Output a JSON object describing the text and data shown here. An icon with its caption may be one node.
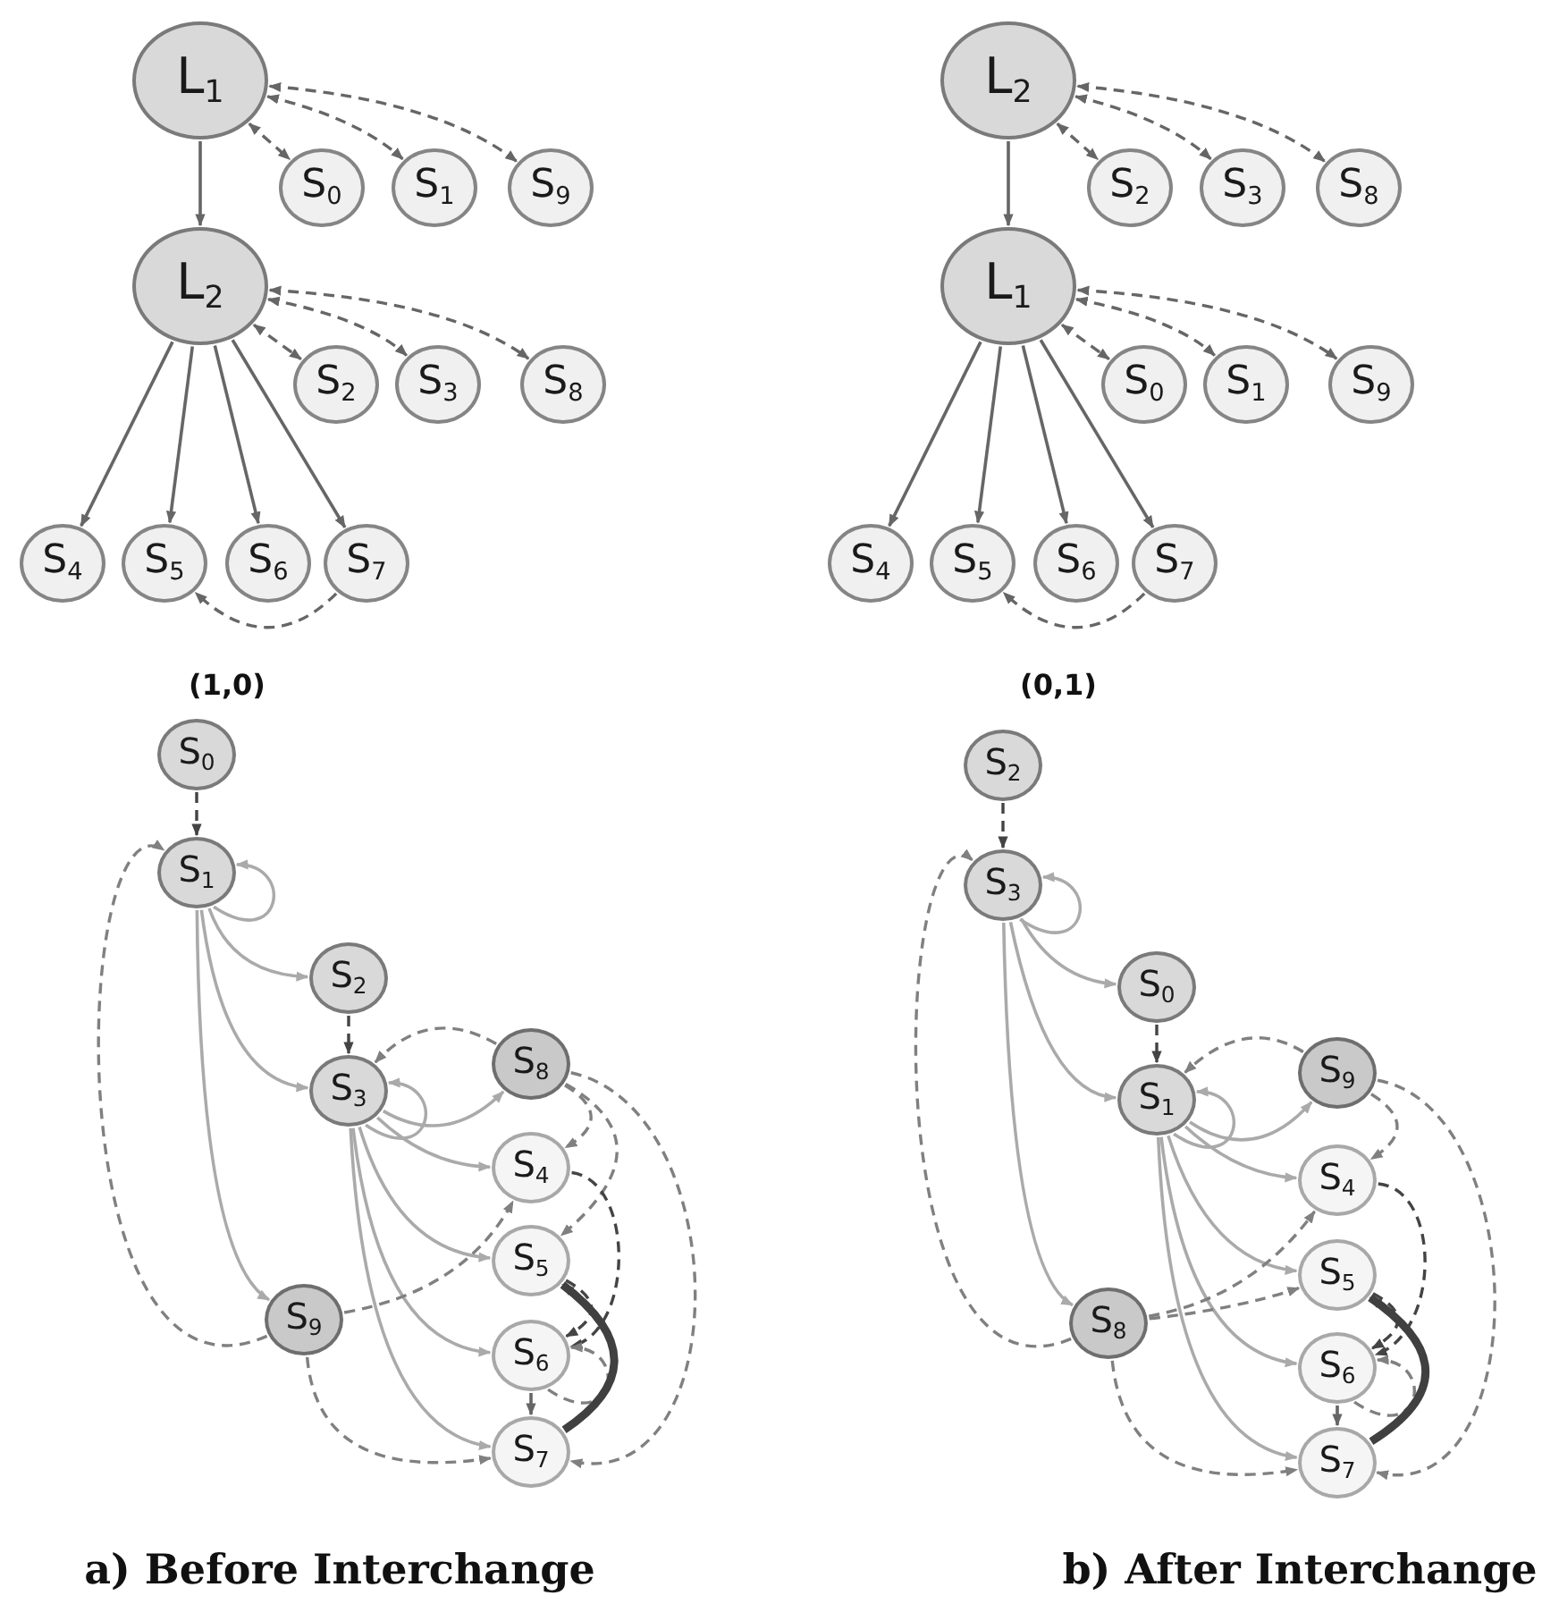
{
  "diagram": {
    "nodes": [
      {
        "text": [
          "L$_{1}$"
        ]
      },
      {
        "text": [
          "S$_{0}$"
        ]
      },
      {
        "text": [
          "S$_{1}$"
        ]
      },
      {
        "text": [
          "S$_{9}$"
        ]
      },
      {
        "text": [
          "L$_{2}$"
        ]
      },
      {
        "text": [
          "S$_{2}$"
        ]
      },
      {
        "text": [
          "S$_{3}$"
        ]
      },
      {
        "text": [
          "S$_{8}$"
        ]
      },
      {
        "text": [
          "S$_{4}$"
        ]
      },
      {
        "text": [
          "S$_{5}$"
        ]
      },
      {
        "text": [
          "S$_{6}$"
        ]
      },
      {
        "text": [
          "S$_{7}$"
        ]
      },
      {
        "text": [
          "L$_{2}$"
        ]
      },
      {
        "text": [
          "S$_{2}$"
        ]
      },
      {
        "text": [
          "S$_{3}$"
        ]
      },
      {
        "text": [
          "S$_{8}$"
        ]
      },
      {
        "text": [
          "L$_{1}$"
        ]
      },
      {
        "text": [
          "S$_{0}$"
        ]
      },
      {
        "text": [
          "S$_{1}$"
        ]
      },
      {
        "text": [
          "S$_{9}$"
        ]
      },
      {
        "text": [
          "S$_{4}$"
        ]
      },
      {
        "text": [
          "S$_{5}$"
        ]
      },
      {
        "text": [
          "S$_{6}$"
        ]
      },
      {
        "text": [
          "S$_{7}$"
        ]
      },
      {
        "text": [
          "S$_{0}$"
        ]
      },
      {
        "text": [
          "S$_{1}$"
        ]
      },
      {
        "text": [
          "S$_{2}$"
        ]
      },
      {
        "text": [
          "S$_{3}$"
        ]
      },
      {
        "text": [
          "S$_{8}$"
        ]
      },
      {
        "text": [
          "S$_{4}$"
        ]
      },
      {
        "text": [
          "S$_{5}$"
        ]
      },
      {
        "text": [
          "S$_{9}$"
        ]
      },
      {
        "text": [
          "S$_{6}$"
        ]
      },
      {
        "text": [
          "S$_{7}$"
        ]
      },
      {
        "text": [
          "S$_{2}$"
        ]
      },
      {
        "text": [
          "S$_{3}$"
        ]
      },
      {
        "text": [
          "S$_{0}$"
        ]
      },
      {
        "text": [
          "S$_{1}$"
        ]
      },
      {
        "text": [
          "S$_{9}$"
        ]
      },
      {
        "text": [
          "S$_{4}$"
        ]
      },
      {
        "text": [
          "S$_{5}$"
        ]
      },
      {
        "text": [
          "S$_{8}$"
        ]
      },
      {
        "text": [
          "S$_{6}$"
        ]
      },
      {
        "text": [
          "S$_{7}$"
        ]
      }
    ],
    "edges": [
      {
        "from": 0,
        "to": 4,
        "arrow": "to"
      },
      {
        "from": 0,
        "to": 1,
        "arrow": "both",
        "style": "dashed"
      },
      {
        "from": 0,
        "to": 2,
        "arrow": "both",
        "style": "dashed"
      },
      {
        "from": 0,
        "to": 3,
        "arrow": "both",
        "style": "dashed"
      },
      {
        "from": 4,
        "to": 5,
        "arrow": "both",
        "style": "dashed"
      },
      {
        "from": 4,
        "to": 6,
        "arrow": "both",
        "style": "dashed"
      },
      {
        "from": 4,
        "to": 7,
        "arrow": "both",
        "style": "dashed"
      },
      {
        "from": 4,
        "to": 8,
        "arrow": "to"
      },
      {
        "from": 4,
        "to": 9,
        "arrow": "to"
      },
      {
        "from": 4,
        "to": 10,
        "arrow": "to"
      },
      {
        "from": 4,
        "to": 11,
        "arrow": "to"
      },
      {
        "from": 11,
        "to": 9,
        "arrow": "to",
        "style": "dashed"
      },
      {
        "from": 12,
        "to": 16,
        "arrow": "to"
      },
      {
        "from": 12,
        "to": 13,
        "arrow": "both",
        "style": "dashed"
      },
      {
        "from": 12,
        "to": 14,
        "arrow": "both",
        "style": "dashed"
      },
      {
        "from": 12,
        "to": 15,
        "arrow": "both",
        "style": "dashed"
      },
      {
        "from": 16,
        "to": 17,
        "arrow": "both",
        "style": "dashed"
      },
      {
        "from": 16,
        "to": 18,
        "arrow": "both",
        "style": "dashed"
      },
      {
        "from": 16,
        "to": 19,
        "arrow": "both",
        "style": "dashed"
      },
      {
        "from": 16,
        "to": 20,
        "arrow": "to"
      },
      {
        "from": 16,
        "to": 21,
        "arrow": "to"
      },
      {
        "from": 16,
        "to": 22,
        "arrow": "to"
      },
      {
        "from": 16,
        "to": 23,
        "arrow": "to"
      },
      {
        "from": 23,
        "to": 21,
        "arrow": "to",
        "style": "dashed"
      },
      {
        "from": 24,
        "to": 25,
        "arrow": "to",
        "style": "dashed",
        "color": "#444444"
      },
      {
        "from": 25,
        "to": 25,
        "arrow": "to",
        "color": "#aaaaaa"
      },
      {
        "from": 25,
        "to": 26,
        "arrow": "to",
        "color": "#aaaaaa"
      },
      {
        "from": 25,
        "to": 27,
        "arrow": "to",
        "color": "#aaaaaa"
      },
      {
        "from": 25,
        "to": 31,
        "arrow": "to",
        "color": "#aaaaaa"
      },
      {
        "from": 26,
        "to": 27,
        "arrow": "to",
        "style": "dashed",
        "color": "#444444"
      },
      {
        "from": 27,
        "to": 27,
        "arrow": "to",
        "color": "#aaaaaa"
      },
      {
        "from": 27,
        "to": 28,
        "arrow": "to",
        "color": "#aaaaaa"
      },
      {
        "from": 27,
        "to": 29,
        "arrow": "to",
        "color": "#aaaaaa"
      },
      {
        "from": 27,
        "to": 30,
        "arrow": "to",
        "color": "#aaaaaa"
      },
      {
        "from": 27,
        "to": 32,
        "arrow": "to",
        "color": "#aaaaaa"
      },
      {
        "from": 27,
        "to": 33,
        "arrow": "to",
        "color": "#aaaaaa"
      },
      {
        "from": 31,
        "to": 25,
        "arrow": "to",
        "style": "dashed",
        "color": "#808080"
      },
      {
        "from": 31,
        "to": 29,
        "arrow": "to",
        "style": "dashed",
        "color": "#808080"
      },
      {
        "from": 31,
        "to": 33,
        "arrow": "to",
        "style": "dashed",
        "color": "#808080"
      },
      {
        "from": 28,
        "to": 27,
        "arrow": "to",
        "style": "dashed",
        "color": "#808080"
      },
      {
        "from": 28,
        "to": 29,
        "arrow": "to",
        "style": "dashed",
        "color": "#808080"
      },
      {
        "from": 28,
        "to": 30,
        "arrow": "to",
        "style": "dashed",
        "color": "#808080"
      },
      {
        "from": 28,
        "to": 33,
        "arrow": "to",
        "style": "dashed",
        "color": "#808080"
      },
      {
        "from": 29,
        "to": 32,
        "arrow": "to",
        "style": "dashed",
        "color": "#444444"
      },
      {
        "from": 30,
        "to": 32,
        "arrow": "to",
        "style": "dashed",
        "color": "#444444"
      },
      {
        "from": 32,
        "to": 32,
        "arrow": "to",
        "style": "dashed",
        "color": "#808080"
      },
      {
        "from": 32,
        "to": 33,
        "arrow": "to"
      },
      {
        "from": 33,
        "to": 30,
        "arrow": "to",
        "style": "thick",
        "color": "#404040"
      },
      {
        "from": 34,
        "to": 35,
        "arrow": "to",
        "style": "dashed",
        "color": "#444444"
      },
      {
        "from": 35,
        "to": 35,
        "arrow": "to",
        "color": "#aaaaaa"
      },
      {
        "from": 35,
        "to": 36,
        "arrow": "to",
        "color": "#aaaaaa"
      },
      {
        "from": 35,
        "to": 37,
        "arrow": "to",
        "color": "#aaaaaa"
      },
      {
        "from": 35,
        "to": 41,
        "arrow": "to",
        "color": "#aaaaaa"
      },
      {
        "from": 36,
        "to": 37,
        "arrow": "to",
        "style": "dashed",
        "color": "#444444"
      },
      {
        "from": 37,
        "to": 37,
        "arrow": "to",
        "color": "#aaaaaa"
      },
      {
        "from": 37,
        "to": 38,
        "arrow": "to",
        "color": "#aaaaaa"
      },
      {
        "from": 37,
        "to": 39,
        "arrow": "to",
        "color": "#aaaaaa"
      },
      {
        "from": 37,
        "to": 40,
        "arrow": "to",
        "color": "#aaaaaa"
      },
      {
        "from": 37,
        "to": 42,
        "arrow": "to",
        "color": "#aaaaaa"
      },
      {
        "from": 37,
        "to": 43,
        "arrow": "to",
        "color": "#aaaaaa"
      },
      {
        "from": 38,
        "to": 37,
        "arrow": "to",
        "style": "dashed",
        "color": "#808080"
      },
      {
        "from": 38,
        "to": 39,
        "arrow": "to",
        "style": "dashed",
        "color": "#808080"
      },
      {
        "from": 38,
        "to": 43,
        "arrow": "to",
        "style": "dashed",
        "color": "#808080"
      },
      {
        "from": 41,
        "to": 35,
        "arrow": "to",
        "style": "dashed",
        "color": "#808080"
      },
      {
        "from": 41,
        "to": 39,
        "arrow": "to",
        "style": "dashed",
        "color": "#808080"
      },
      {
        "from": 41,
        "to": 40,
        "arrow": "to",
        "style": "dashed",
        "color": "#808080"
      },
      {
        "from": 41,
        "to": 43,
        "arrow": "to",
        "style": "dashed",
        "color": "#808080"
      },
      {
        "from": 39,
        "to": 42,
        "arrow": "to",
        "style": "dashed",
        "color": "#444444"
      },
      {
        "from": 40,
        "to": 42,
        "arrow": "to",
        "style": "dashed",
        "color": "#444444"
      },
      {
        "from": 42,
        "to": 42,
        "arrow": "to",
        "style": "dashed",
        "color": "#808080"
      },
      {
        "from": 42,
        "to": 43,
        "arrow": "to"
      },
      {
        "from": 43,
        "to": 40,
        "arrow": "to",
        "style": "thick",
        "color": "#404040"
      }
    ],
    "labels": [
      "(1,0)",
      "(0,1)",
      "a) Before Interchange",
      "b) After Interchange"
    ]
  }
}
